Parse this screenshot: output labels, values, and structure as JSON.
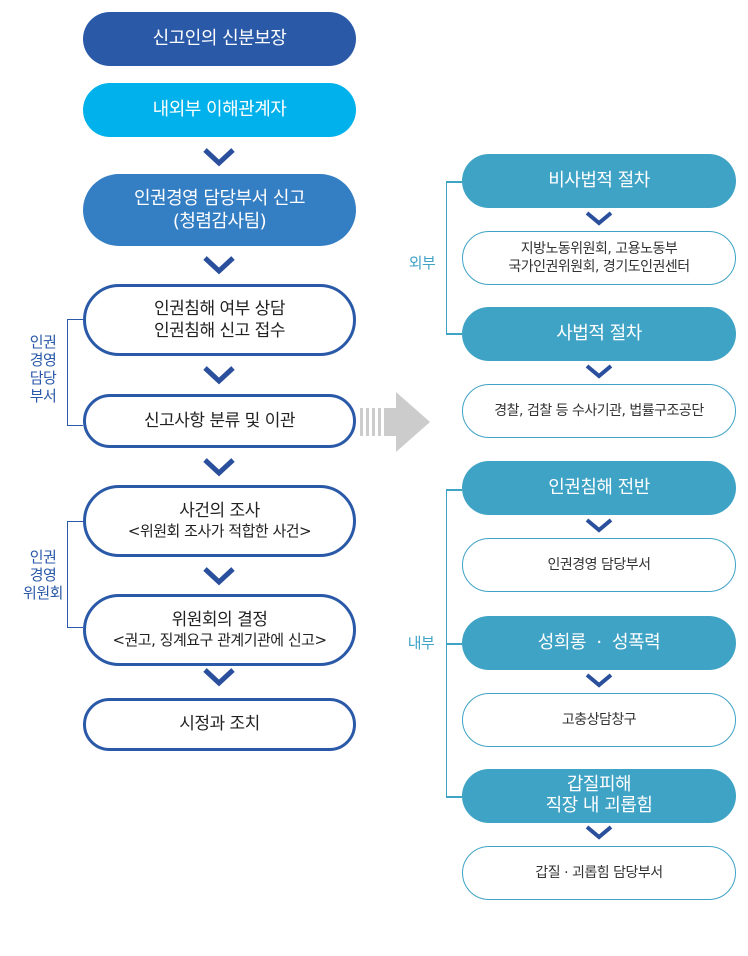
{
  "colors": {
    "navy": "#2a59a8",
    "cyan": "#00b1eb",
    "mid_blue": "#347ec4",
    "teal": "#3fa3c5",
    "chevron": "#2a4f9c",
    "arrow_gray": "#cccccc"
  },
  "left_flow": {
    "step1": "신고인의 신분보장",
    "step2": "내외부 이해관계자",
    "step3": "인권경영 담당부서 신고\n(청렴감사팀)",
    "step4": "인권침해 여부 상담\n인권침해 신고 접수",
    "step5": "신고사항 분류 및 이관",
    "step6_title": "사건의 조사",
    "step6_sub": "<위원회 조사가 적합한 사건>",
    "step7_title": "위원회의 결정",
    "step7_sub": "<권고, 징계요구 관계기관에 신고>",
    "step8": "시정과 조치"
  },
  "left_groups": {
    "dept": "인권\n경영\n담당\n부서",
    "committee": "인권\n경영\n위원회"
  },
  "right_groups": {
    "external_label": "외부",
    "internal_label": "내부"
  },
  "external": {
    "nonjudicial_title": "비사법적 절차",
    "nonjudicial_body": "지방노동위원회, 고용노동부\n국가인권위원회, 경기도인권센터",
    "judicial_title": "사법적 절차",
    "judicial_body": "경찰, 검찰 등 수사기관, 법률구조공단"
  },
  "internal": {
    "general_title": "인권침해 전반",
    "general_body": "인권경영 담당부서",
    "sexual_title": "성희롱  ·  성폭력",
    "sexual_body": "고충상담창구",
    "gapjil_title": "갑질피해\n직장 내 괴롭힘",
    "gapjil_body": "갑질 · 괴롭힘 담당부서"
  },
  "icons": {
    "chevron": "chevron-down-icon",
    "transfer_arrow": "arrow-right-icon"
  }
}
